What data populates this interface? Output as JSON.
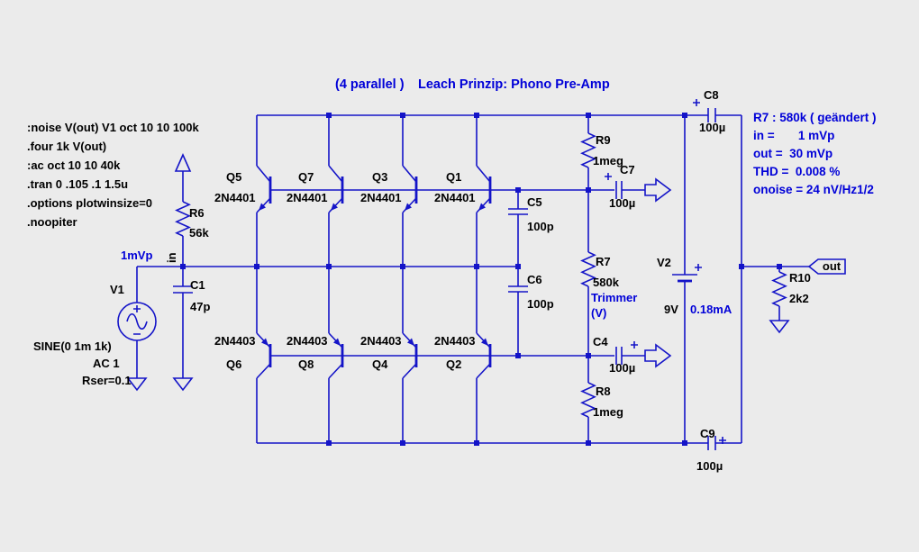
{
  "colors": {
    "bg": "#ebebeb",
    "wire": "#1414c8",
    "blue": "#0000d8",
    "black": "#000000"
  },
  "title": {
    "part1": "(4 parallel )",
    "part2": "Leach Prinzip: Phono Pre-Amp"
  },
  "directives": {
    "lines": [
      ":noise V(out) V1 oct 10 10 100k",
      ".four 1k V(out)",
      ":ac oct 10 10 40k",
      ".tran 0 .105 .1 1.5u",
      ".options plotwinsize=0",
      ".noopiter"
    ]
  },
  "notes": {
    "lines": [
      "R7 : 580k ( geändert )",
      "in =       1 mVp",
      "out =  30 mVp",
      "THD =  0.008 %",
      "onoise = 24 nV/Hz1/2"
    ]
  },
  "annotations": {
    "input_level": "1mVp",
    "trimmer_line1": "Trimmer",
    "trimmer_line2": "(V)",
    "current": "0.18mA"
  },
  "nets": {
    "in": "in",
    "out": "out"
  },
  "components": {
    "v1": {
      "ref": "V1",
      "value": "SINE(0 1m 1k)",
      "ac": "AC 1",
      "rser": "Rser=0.1"
    },
    "c1": {
      "ref": "C1",
      "value": "47p"
    },
    "r6": {
      "ref": "R6",
      "value": "56k"
    },
    "q5": {
      "ref": "Q5",
      "value": "2N4401"
    },
    "q7": {
      "ref": "Q7",
      "value": "2N4401"
    },
    "q3": {
      "ref": "Q3",
      "value": "2N4401"
    },
    "q1": {
      "ref": "Q1",
      "value": "2N4401"
    },
    "q6": {
      "ref": "Q6",
      "value": "2N4403"
    },
    "q8": {
      "ref": "Q8",
      "value": "2N4403"
    },
    "q4": {
      "ref": "Q4",
      "value": "2N4403"
    },
    "q2": {
      "ref": "Q2",
      "value": "2N4403"
    },
    "r9": {
      "ref": "R9",
      "value": "1meg"
    },
    "r7": {
      "ref": "R7",
      "value": "580k"
    },
    "r8": {
      "ref": "R8",
      "value": "1meg"
    },
    "c5": {
      "ref": "C5",
      "value": "100p"
    },
    "c6": {
      "ref": "C6",
      "value": "100p"
    },
    "c7": {
      "ref": "C7",
      "value": "100µ"
    },
    "c4": {
      "ref": "C4",
      "value": "100µ"
    },
    "c8": {
      "ref": "C8",
      "value": "100µ"
    },
    "c9": {
      "ref": "C9",
      "value": "100µ"
    },
    "v2": {
      "ref": "V2",
      "value": "9V"
    },
    "r10": {
      "ref": "R10",
      "value": "2k2"
    }
  }
}
